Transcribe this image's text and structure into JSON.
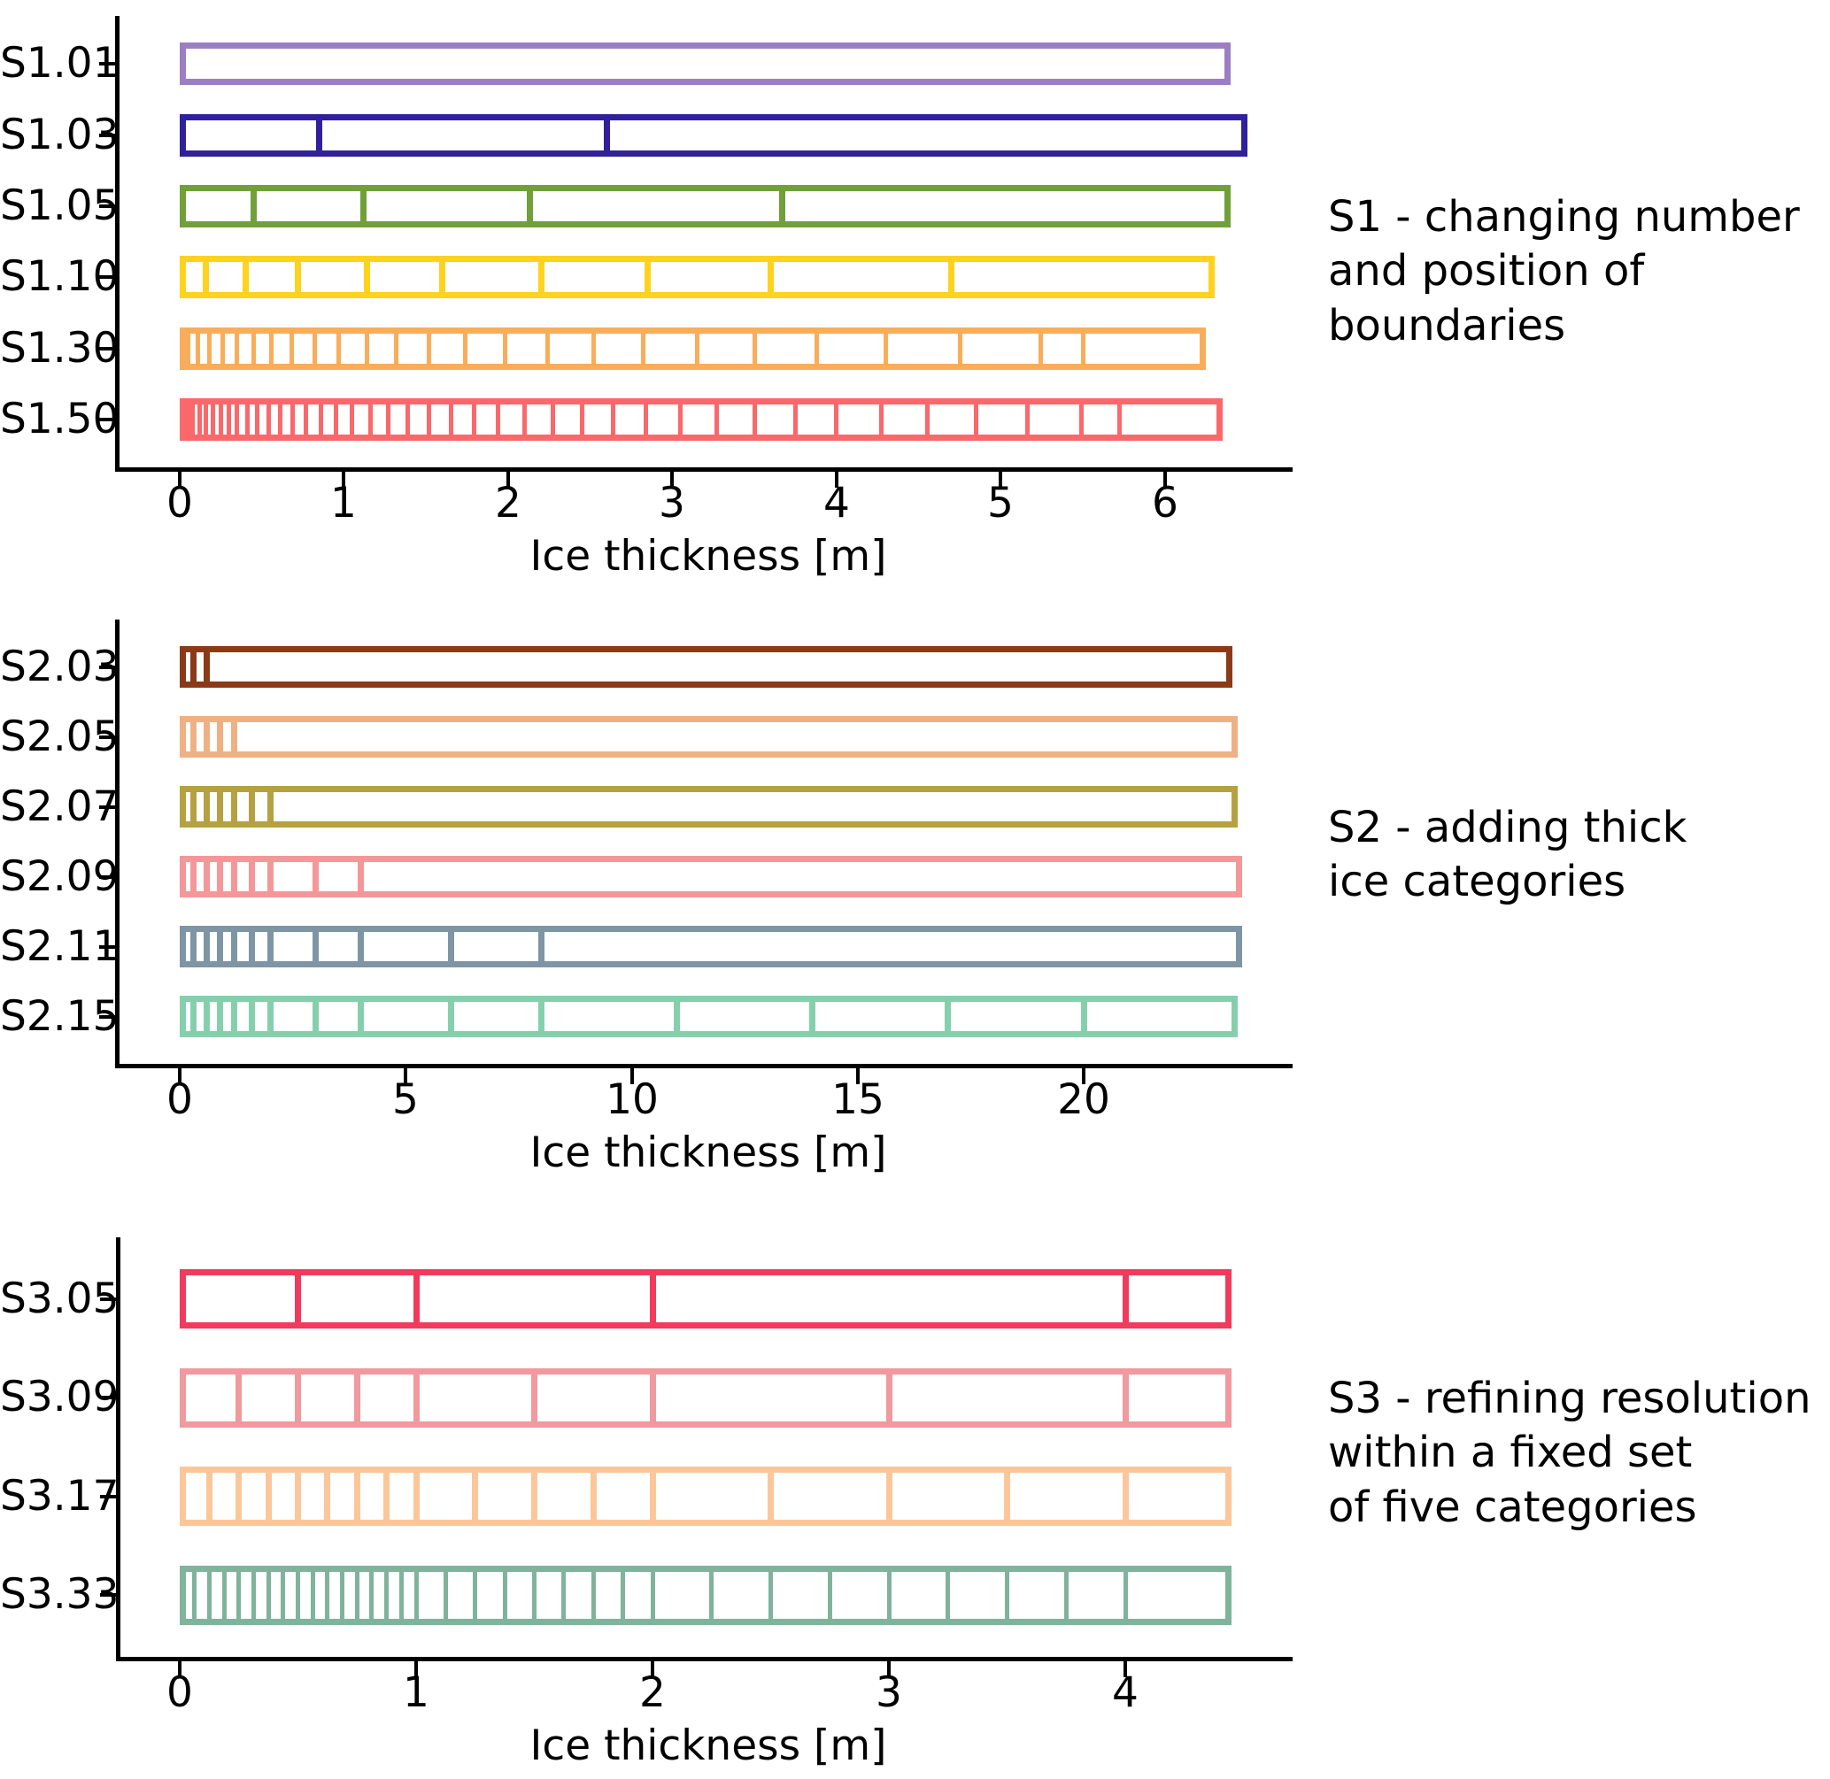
{
  "figure": {
    "axis_title": "Ice thickness [m]",
    "background": "#ffffff",
    "axis_color": "#000000"
  },
  "panels": [
    {
      "id": "S1",
      "annotation": "S1 - changing number\nand position of boundaries",
      "xlim": [
        -0.18,
        6.55
      ],
      "xticks": [
        0,
        1,
        2,
        3,
        4,
        5,
        6
      ],
      "xticklabels": [
        "0",
        "1",
        "2",
        "3",
        "4",
        "5",
        "6"
      ],
      "xlabel": "Ice thickness [m]",
      "rows": [
        {
          "label": "S1.01",
          "color": "#9b7fc0",
          "max": 6.4,
          "boundaries": []
        },
        {
          "label": "S1.03",
          "color": "#31209b",
          "max": 6.5,
          "boundaries": [
            0.85,
            2.6
          ]
        },
        {
          "label": "S1.05",
          "color": "#71a03b",
          "max": 6.4,
          "boundaries": [
            0.45,
            1.12,
            2.13,
            3.67
          ]
        },
        {
          "label": "S1.10",
          "color": "#ffd21e",
          "max": 6.3,
          "boundaries": [
            0.16,
            0.4,
            0.72,
            1.14,
            1.6,
            2.2,
            2.85,
            3.6,
            4.7
          ]
        },
        {
          "label": "S1.30",
          "color": "#f9ad5b",
          "max": 6.25,
          "boundaries": [
            0.05,
            0.11,
            0.18,
            0.26,
            0.35,
            0.45,
            0.56,
            0.68,
            0.82,
            0.97,
            1.14,
            1.32,
            1.52,
            1.74,
            1.98,
            2.24,
            2.52,
            2.82,
            3.15,
            3.5,
            3.88,
            4.3,
            4.75,
            5.24,
            5.5
          ]
        },
        {
          "label": "S1.50",
          "color": "#f9686b",
          "max": 6.35,
          "boundaries": [
            0.02,
            0.05,
            0.08,
            0.12,
            0.16,
            0.2,
            0.25,
            0.3,
            0.35,
            0.41,
            0.47,
            0.54,
            0.61,
            0.69,
            0.77,
            0.86,
            0.95,
            1.05,
            1.16,
            1.27,
            1.39,
            1.52,
            1.65,
            1.79,
            1.94,
            2.1,
            2.27,
            2.45,
            2.64,
            2.84,
            3.05,
            3.27,
            3.5,
            3.75,
            4.0,
            4.27,
            4.55,
            4.85,
            5.16,
            5.49,
            5.72
          ]
        }
      ]
    },
    {
      "id": "S2",
      "annotation": "S2 - adding thick\nice categories",
      "xlim": [
        -0.65,
        23.8
      ],
      "xticks": [
        0,
        5,
        10,
        15,
        20
      ],
      "xticklabels": [
        "0",
        "5",
        "10",
        "15",
        "20"
      ],
      "xlabel": "Ice thickness [m]",
      "rows": [
        {
          "label": "S2.03",
          "color": "#8b3a17",
          "max": 23.3,
          "boundaries": [
            0.3,
            0.6
          ]
        },
        {
          "label": "S2.05",
          "color": "#efb183",
          "max": 23.4,
          "boundaries": [
            0.3,
            0.6,
            0.9,
            1.2
          ]
        },
        {
          "label": "S2.07",
          "color": "#b6a142",
          "max": 23.4,
          "boundaries": [
            0.3,
            0.6,
            0.9,
            1.2,
            1.6,
            2.0
          ]
        },
        {
          "label": "S2.09",
          "color": "#f59799",
          "max": 23.5,
          "boundaries": [
            0.3,
            0.6,
            0.9,
            1.2,
            1.6,
            2.0,
            3.0,
            4.0
          ]
        },
        {
          "label": "S2.11",
          "color": "#7e95a5",
          "max": 23.5,
          "boundaries": [
            0.3,
            0.6,
            0.9,
            1.2,
            1.6,
            2.0,
            3.0,
            4.0,
            6.0,
            8.0
          ]
        },
        {
          "label": "S2.15",
          "color": "#86cfad",
          "max": 23.4,
          "boundaries": [
            0.3,
            0.6,
            0.9,
            1.2,
            1.6,
            2.0,
            3.0,
            4.0,
            6.0,
            8.0,
            11.0,
            14.0,
            17.0,
            20.0
          ]
        }
      ]
    },
    {
      "id": "S3",
      "annotation": "S3 - refining resolution\nwithin a fixed set\nof five categories",
      "xlim": [
        -0.12,
        4.55
      ],
      "xticks": [
        0,
        1,
        2,
        3,
        4
      ],
      "xticklabels": [
        "0",
        "1",
        "2",
        "3",
        "4"
      ],
      "xlabel": "Ice thickness [m]",
      "rows": [
        {
          "label": "S3.05",
          "color": "#f23a5d",
          "max": 4.45,
          "boundaries": [
            0.5,
            1.0,
            2.0,
            4.0
          ]
        },
        {
          "label": "S3.09",
          "color": "#f0999e",
          "max": 4.45,
          "boundaries": [
            0.25,
            0.5,
            0.75,
            1.0,
            1.5,
            2.0,
            3.0,
            4.0
          ]
        },
        {
          "label": "S3.17",
          "color": "#fbc79a",
          "max": 4.45,
          "boundaries": [
            0.125,
            0.25,
            0.375,
            0.5,
            0.625,
            0.75,
            0.875,
            1.0,
            1.25,
            1.5,
            1.75,
            2.0,
            2.5,
            3.0,
            3.5,
            4.0
          ]
        },
        {
          "label": "S3.33",
          "color": "#7fb39b",
          "max": 4.45,
          "boundaries": [
            0.0625,
            0.125,
            0.1875,
            0.25,
            0.3125,
            0.375,
            0.4375,
            0.5,
            0.5625,
            0.625,
            0.6875,
            0.75,
            0.8125,
            0.875,
            0.9375,
            1.0,
            1.125,
            1.25,
            1.375,
            1.5,
            1.625,
            1.75,
            1.875,
            2.0,
            2.25,
            2.5,
            2.75,
            3.0,
            3.25,
            3.5,
            3.75,
            4.0
          ]
        }
      ]
    }
  ],
  "chart_data": {
    "type": "bar",
    "title": "",
    "xlabel": "Ice thickness [m]",
    "ylabel": "",
    "description": "Ice thickness category boundaries for three scenario families; each horizontal bar is a thickness-distribution scheme and the internal vertical lines mark category boundaries.",
    "subplots": [
      {
        "name": "S1 - changing number and position of boundaries",
        "xlim": [
          0,
          6.55
        ],
        "xticks": [
          0,
          1,
          2,
          3,
          4,
          5,
          6
        ],
        "categories": [
          "S1.01",
          "S1.03",
          "S1.05",
          "S1.10",
          "S1.30",
          "S1.50"
        ],
        "n_categories": [
          1,
          3,
          5,
          10,
          30,
          50
        ],
        "series": [
          {
            "name": "S1.01",
            "boundaries": [],
            "upper": 6.4
          },
          {
            "name": "S1.03",
            "boundaries": [
              0.85,
              2.6
            ],
            "upper": 6.5
          },
          {
            "name": "S1.05",
            "boundaries": [
              0.45,
              1.12,
              2.13,
              3.67
            ],
            "upper": 6.4
          },
          {
            "name": "S1.10",
            "boundaries": [
              0.16,
              0.4,
              0.72,
              1.14,
              1.6,
              2.2,
              2.85,
              3.6,
              4.7
            ],
            "upper": 6.3
          },
          {
            "name": "S1.30",
            "boundaries": [
              0.05,
              0.11,
              0.18,
              0.26,
              0.35,
              0.45,
              0.56,
              0.68,
              0.82,
              0.97,
              1.14,
              1.32,
              1.52,
              1.74,
              1.98,
              2.24,
              2.52,
              2.82,
              3.15,
              3.5,
              3.88,
              4.3,
              4.75,
              5.24,
              5.5
            ],
            "upper": 6.25
          },
          {
            "name": "S1.50",
            "boundaries": [
              0.02,
              0.05,
              0.08,
              0.12,
              0.16,
              0.2,
              0.25,
              0.3,
              0.35,
              0.41,
              0.47,
              0.54,
              0.61,
              0.69,
              0.77,
              0.86,
              0.95,
              1.05,
              1.16,
              1.27,
              1.39,
              1.52,
              1.65,
              1.79,
              1.94,
              2.1,
              2.27,
              2.45,
              2.64,
              2.84,
              3.05,
              3.27,
              3.5,
              3.75,
              4.0,
              4.27,
              4.55,
              4.85,
              5.16,
              5.49,
              5.72
            ],
            "upper": 6.35
          }
        ]
      },
      {
        "name": "S2 - adding thick ice categories",
        "xlim": [
          0,
          23.8
        ],
        "xticks": [
          0,
          5,
          10,
          15,
          20
        ],
        "categories": [
          "S2.03",
          "S2.05",
          "S2.07",
          "S2.09",
          "S2.11",
          "S2.15"
        ],
        "n_categories": [
          3,
          5,
          7,
          9,
          11,
          15
        ],
        "series": [
          {
            "name": "S2.03",
            "boundaries": [
              0.3,
              0.6
            ],
            "upper": 23.3
          },
          {
            "name": "S2.05",
            "boundaries": [
              0.3,
              0.6,
              0.9,
              1.2
            ],
            "upper": 23.4
          },
          {
            "name": "S2.07",
            "boundaries": [
              0.3,
              0.6,
              0.9,
              1.2,
              1.6,
              2.0
            ],
            "upper": 23.4
          },
          {
            "name": "S2.09",
            "boundaries": [
              0.3,
              0.6,
              0.9,
              1.2,
              1.6,
              2.0,
              3.0,
              4.0
            ],
            "upper": 23.5
          },
          {
            "name": "S2.11",
            "boundaries": [
              0.3,
              0.6,
              0.9,
              1.2,
              1.6,
              2.0,
              3.0,
              4.0,
              6.0,
              8.0
            ],
            "upper": 23.5
          },
          {
            "name": "S2.15",
            "boundaries": [
              0.3,
              0.6,
              0.9,
              1.2,
              1.6,
              2.0,
              3.0,
              4.0,
              6.0,
              8.0,
              11.0,
              14.0,
              17.0,
              20.0
            ],
            "upper": 23.4
          }
        ]
      },
      {
        "name": "S3 - refining resolution within a fixed set of five categories",
        "xlim": [
          0,
          4.55
        ],
        "xticks": [
          0,
          1,
          2,
          3,
          4
        ],
        "categories": [
          "S3.05",
          "S3.09",
          "S3.17",
          "S3.33"
        ],
        "n_categories": [
          5,
          9,
          17,
          33
        ],
        "series": [
          {
            "name": "S3.05",
            "boundaries": [
              0.5,
              1.0,
              2.0,
              4.0
            ],
            "upper": 4.45
          },
          {
            "name": "S3.09",
            "boundaries": [
              0.25,
              0.5,
              0.75,
              1.0,
              1.5,
              2.0,
              3.0,
              4.0
            ],
            "upper": 4.45
          },
          {
            "name": "S3.17",
            "boundaries": [
              0.125,
              0.25,
              0.375,
              0.5,
              0.625,
              0.75,
              0.875,
              1.0,
              1.25,
              1.5,
              1.75,
              2.0,
              2.5,
              3.0,
              3.5,
              4.0
            ],
            "upper": 4.45
          },
          {
            "name": "S3.33",
            "boundaries": [
              0.0625,
              0.125,
              0.1875,
              0.25,
              0.3125,
              0.375,
              0.4375,
              0.5,
              0.5625,
              0.625,
              0.6875,
              0.75,
              0.8125,
              0.875,
              0.9375,
              1.0,
              1.125,
              1.25,
              1.375,
              1.5,
              1.625,
              1.75,
              1.875,
              2.0,
              2.25,
              2.5,
              2.75,
              3.0,
              3.25,
              3.5,
              3.75,
              4.0
            ],
            "upper": 4.45
          }
        ]
      }
    ]
  }
}
